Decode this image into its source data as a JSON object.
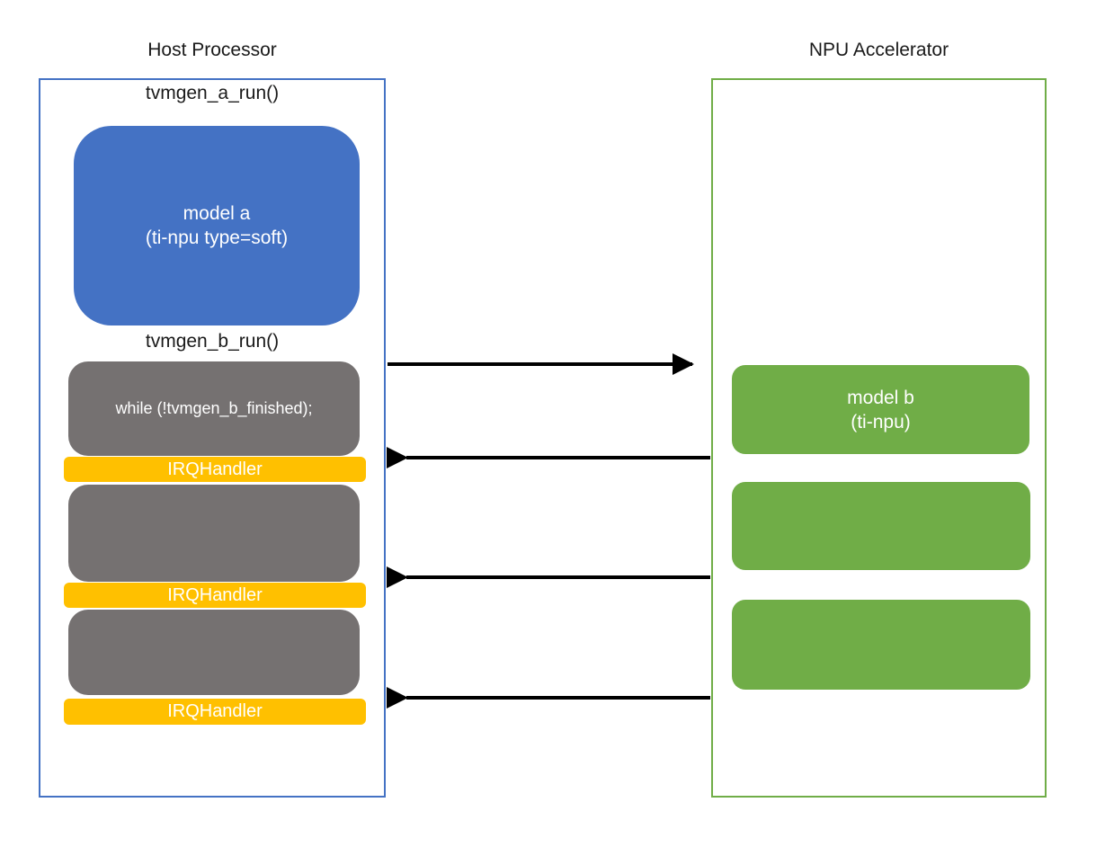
{
  "diagram": {
    "host": {
      "title": "Host Processor",
      "fn_a_label": "tvmgen_a_run()",
      "model_a": {
        "line1": "model a",
        "line2": "(ti-npu type=soft)"
      },
      "fn_b_label": "tvmgen_b_run()",
      "busy_wait": "while (!tvmgen_b_finished);",
      "irq_handlers": [
        {
          "label": "IRQHandler"
        },
        {
          "label": "IRQHandler"
        },
        {
          "label": "IRQHandler"
        }
      ]
    },
    "npu": {
      "title": "NPU Accelerator",
      "model_b": {
        "line1": "model b",
        "line2": "(ti-npu)"
      }
    },
    "arrows": [
      {
        "direction": "right",
        "from": "host",
        "to": "npu"
      },
      {
        "direction": "left",
        "from": "npu",
        "to": "host"
      },
      {
        "direction": "left",
        "from": "npu",
        "to": "host"
      },
      {
        "direction": "left",
        "from": "npu",
        "to": "host"
      }
    ],
    "colors": {
      "host_border": "#4472C4",
      "model_a_fill": "#4472C4",
      "busy_fill": "#757171",
      "irq_fill": "#FFC000",
      "npu_border": "#70AD47",
      "npu_fill": "#70AD47",
      "arrow": "#000000",
      "node_text": "#ffffff",
      "label_text": "#1a1a1a"
    }
  }
}
